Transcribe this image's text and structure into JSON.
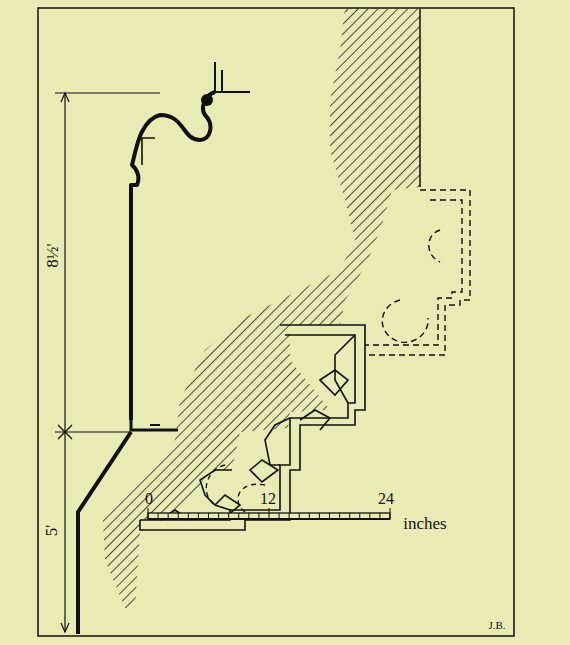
{
  "diagram": {
    "labels": [
      "8½'",
      "5'",
      "0",
      "12",
      "24",
      "inches",
      "J.B."
    ]
  }
}
